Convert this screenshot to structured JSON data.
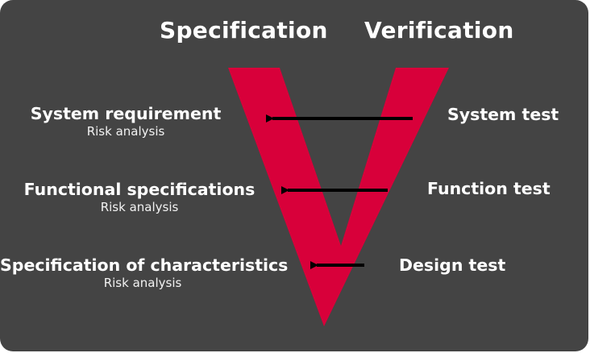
{
  "colors": {
    "background": "#444444",
    "v_shape": "#d8003a",
    "arrow": "#000000",
    "text": "#ffffff"
  },
  "headers": {
    "specification": "Specification",
    "verification": "Verification"
  },
  "specifications": [
    {
      "label": "System requirement",
      "sub": "Risk analysis"
    },
    {
      "label": "Functional specifications",
      "sub": "Risk analysis"
    },
    {
      "label": "Specification of characteristics",
      "sub": "Risk analysis"
    }
  ],
  "verifications": [
    {
      "label": "System test"
    },
    {
      "label": "Function test"
    },
    {
      "label": "Design test"
    }
  ]
}
